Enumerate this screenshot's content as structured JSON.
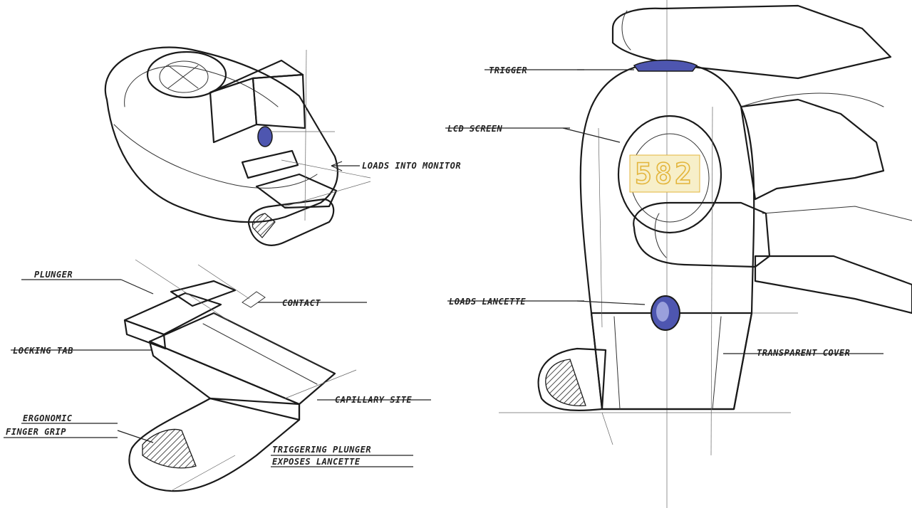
{
  "labels": {
    "loads_into_monitor": "LOADS INTO MONITOR",
    "plunger": "PLUNGER",
    "contact": "CONTACT",
    "locking_tab": "LOCKING TAB",
    "capillary_site": "CAPILLARY SITE",
    "ergonomic": "ERGONOMIC",
    "finger_grip": "FINGER GRIP",
    "triggering_plunger": "TRIGGERING PLUNGER",
    "exposes_lancette": "EXPOSES LANCETTE",
    "trigger": "TRIGGER",
    "lcd_screen": "LCD SCREEN",
    "loads_lancette": "LOADS LANCETTE",
    "transparent_cover": "TRANSPARENT COVER"
  },
  "lcd_reading": "582",
  "colors": {
    "marker_blue": "#5b62b8",
    "marker_light": "#c9cbe9",
    "lcd_yellow": "#e3b53c",
    "ink": "#1a1a1a"
  }
}
